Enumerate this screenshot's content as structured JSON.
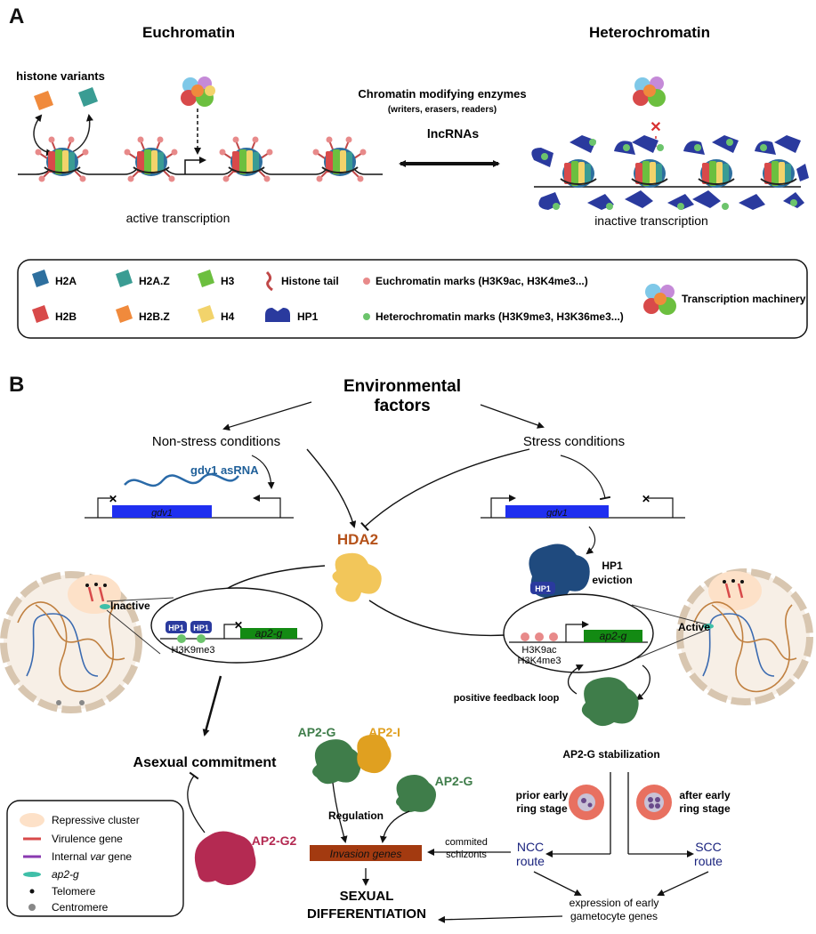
{
  "panel_a": {
    "letter": "A",
    "euchromatin_title": "Euchromatin",
    "heterochromatin_title": "Heterochromatin",
    "histone_variants": "histone variants",
    "enzymes_line1": "Chromatin modifying enzymes",
    "enzymes_line2": "(writers, erasers, readers)",
    "lncrnas": "lncRNAs",
    "active_transcription": "active transcription",
    "inactive_transcription": "inactive transcription",
    "legend": {
      "h2a": "H2A",
      "h2az": "H2A.Z",
      "h3": "H3",
      "tail": "Histone tail",
      "eu_marks": "Euchromatin marks (H3K9ac, H3K4me3...)",
      "h2b": "H2B",
      "h2bz": "H2B.Z",
      "h4": "H4",
      "hp1": "HP1",
      "hetero_marks": "Heterochromatin marks (H3K9me3, H3K36me3...)",
      "machinery": "Transcription machinery"
    }
  },
  "panel_b": {
    "letter": "B",
    "env_line1": "Environmental",
    "env_line2": "factors",
    "non_stress": "Non-stress conditions",
    "stress": "Stress conditions",
    "gdv1_asrna": "gdv1 asRNA",
    "gdv1_left": "gdv1",
    "gdv1_right": "gdv1",
    "hda2": "HDA2",
    "hp1_eviction_line1": "HP1",
    "hp1_eviction_line2": "eviction",
    "hp1_small": "HP1",
    "inactive": "Inactive",
    "active": "Active",
    "ap2g_gene_left": "ap2-g",
    "ap2g_gene_right": "ap2-g",
    "h3k9me3": "H3K9me3",
    "h3k9ac": "H3K9ac",
    "h3k4me3": "H3K4me3",
    "positive_loop": "positive feedback loop",
    "asexual_commitment": "Asexual commitment",
    "ap2g_label_top": "AP2-G",
    "ap2i_label": "AP2-I",
    "ap2g_label_mid": "AP2-G",
    "ap2g_stabilization": "AP2-G stabilization",
    "regulation": "Regulation",
    "invasion_genes": "Invasion genes",
    "ap2g2": "AP2-G2",
    "prior_early_line1": "prior early",
    "prior_early_line2": "ring stage",
    "after_early_line1": "after early",
    "after_early_line2": "ring stage",
    "commited_line1": "commited",
    "commited_line2": "schizonts",
    "ncc_line1": "NCC",
    "ncc_line2": "route",
    "scc_line1": "SCC",
    "scc_line2": "route",
    "expression_line1": "expression of early",
    "expression_line2": "gametocyte genes",
    "sexual_line1": "SEXUAL",
    "sexual_line2": "DIFFERENTIATION",
    "legend": {
      "repressive": "Repressive cluster",
      "virulence": "Virulence gene",
      "internal_var_a": "Internal ",
      "internal_var_b": "var",
      "internal_var_c": " gene",
      "ap2g": "ap2-g",
      "telomere": "Telomere",
      "centromere": "Centromere"
    }
  },
  "colors": {
    "h2a": "#2e6f9e",
    "h2az": "#3a9c93",
    "h3": "#6cbf3f",
    "h4": "#f2d36b",
    "h2b": "#d84a4a",
    "h2bz": "#f08a3c",
    "hp1": "#2a3a9e",
    "eu_mark": "#e88a8a",
    "hetero_mark": "#6cc46c",
    "gene_blue": "#1f2ff0",
    "gene_green": "#138a13",
    "hda2": "#f2c65a",
    "ap2g": "#3f7d4a",
    "ap2i": "#e0a020",
    "ap2g2": "#b42a52",
    "invasion": "#a33a10",
    "route_blue": "#1a237e",
    "hda2_text": "#b5521a"
  }
}
